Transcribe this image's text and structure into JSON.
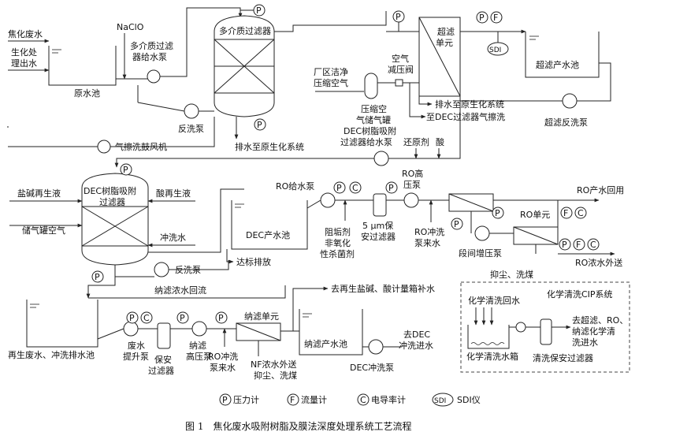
{
  "labels": {
    "coking_wastewater": "焦化废水",
    "bio_effluent_1": "生化处",
    "bio_effluent_2": "理出水",
    "naclo": "NaClO",
    "raw_pool": "原水池",
    "mmf_pump_1": "多介质过滤",
    "mmf_pump_2": "器给水泵",
    "mmf_filter": "多介质过滤器",
    "backwash_pump_1": "反洗泵",
    "blower": "气擦洗鼓风机",
    "drain_bio_1": "排水至原生化系统",
    "uf_unit_1": "超滤",
    "uf_unit_2": "单元",
    "uf_product_pool": "超滤产水池",
    "uf_backwash_pump": "超滤反洗泵",
    "plant_air_1": "厂区洁净",
    "plant_air_2": "压缩空气",
    "air_valve_1": "空气",
    "air_valve_2": "减压阀",
    "air_tank_1": "压缩空",
    "air_tank_2": "气储气罐",
    "drain_bio_2": "排水至原生化系统",
    "to_dec_scrub": "至DEC过滤器气擦洗",
    "dec_pump_1": "DEC树脂吸附",
    "dec_pump_2": "过滤器给水泵",
    "reductant": "还原剂",
    "acid": "酸",
    "dec_filter_1": "DEC树脂吸附",
    "dec_filter_2": "过滤器",
    "alkali_regen": "盐碱再生液",
    "acid_regen": "酸再生液",
    "tank_air": "储气罐空气",
    "flush_water": "冲洗水",
    "backwash_pump_2": "反洗泵",
    "dec_product_pool": "DEC产水池",
    "discharge": "达标排放",
    "ro_feed_pump": "RO给水泵",
    "scale_1": "阻垢剂",
    "scale_2": "非氧化",
    "scale_3": "性杀菌剂",
    "sec_filter_1": "5 μm保",
    "sec_filter_2": "安过滤器",
    "ro_hp_1": "RO高",
    "ro_hp_2": "压泵",
    "ro_flush_1": "RO冲洗",
    "ro_flush_2": "泵来水",
    "ro_product": "RO产水回用",
    "ro_unit": "RO单元",
    "booster": "段间增压泵",
    "ro_conc": "RO浓水外送",
    "nf_conc_return": "纳滤浓水回流",
    "regen_pool": "再生废水、冲洗排水池",
    "ww_pump_1": "废水",
    "ww_pump_2": "提升泵",
    "safety_filter_1": "保安",
    "safety_filter_2": "过滤器",
    "nf_hp_1": "纳滤",
    "nf_hp_2": "高压泵",
    "nf_ro_flush_1": "RO冲洗",
    "nf_ro_flush_2": "泵来水",
    "nf_unit": "纳滤单元",
    "nf_conc_1": "NF浓水外送",
    "nf_conc_2": "抑尘、洗煤",
    "to_regen": "去再生盐碱、酸计量箱补水",
    "nf_product_pool": "纳滤产水池",
    "to_dec_1": "去DEC",
    "to_dec_2": "冲洗进水",
    "dec_flush_pump": "DEC冲洗泵",
    "dust_coal": "抑尘、洗煤",
    "cip_title": "化学清洗CIP系统",
    "cip_return": "化学清洗回水",
    "cip_out_1": "去超滤、RO、",
    "cip_out_2": "纳滤化学清",
    "cip_out_3": "洗进水",
    "cip_tank": "化学清洗水箱",
    "cip_filter": "清洗保安过滤器"
  },
  "badges": {
    "p": "P",
    "f": "F",
    "c": "C",
    "sdi": "SDI"
  },
  "legend": {
    "pressure": "压力计",
    "flow": "流量计",
    "conductivity": "电导率计",
    "sdi": "SDI仪"
  },
  "caption": "图 1　焦化废水吸附树脂及膜法深度处理系统工艺流程"
}
